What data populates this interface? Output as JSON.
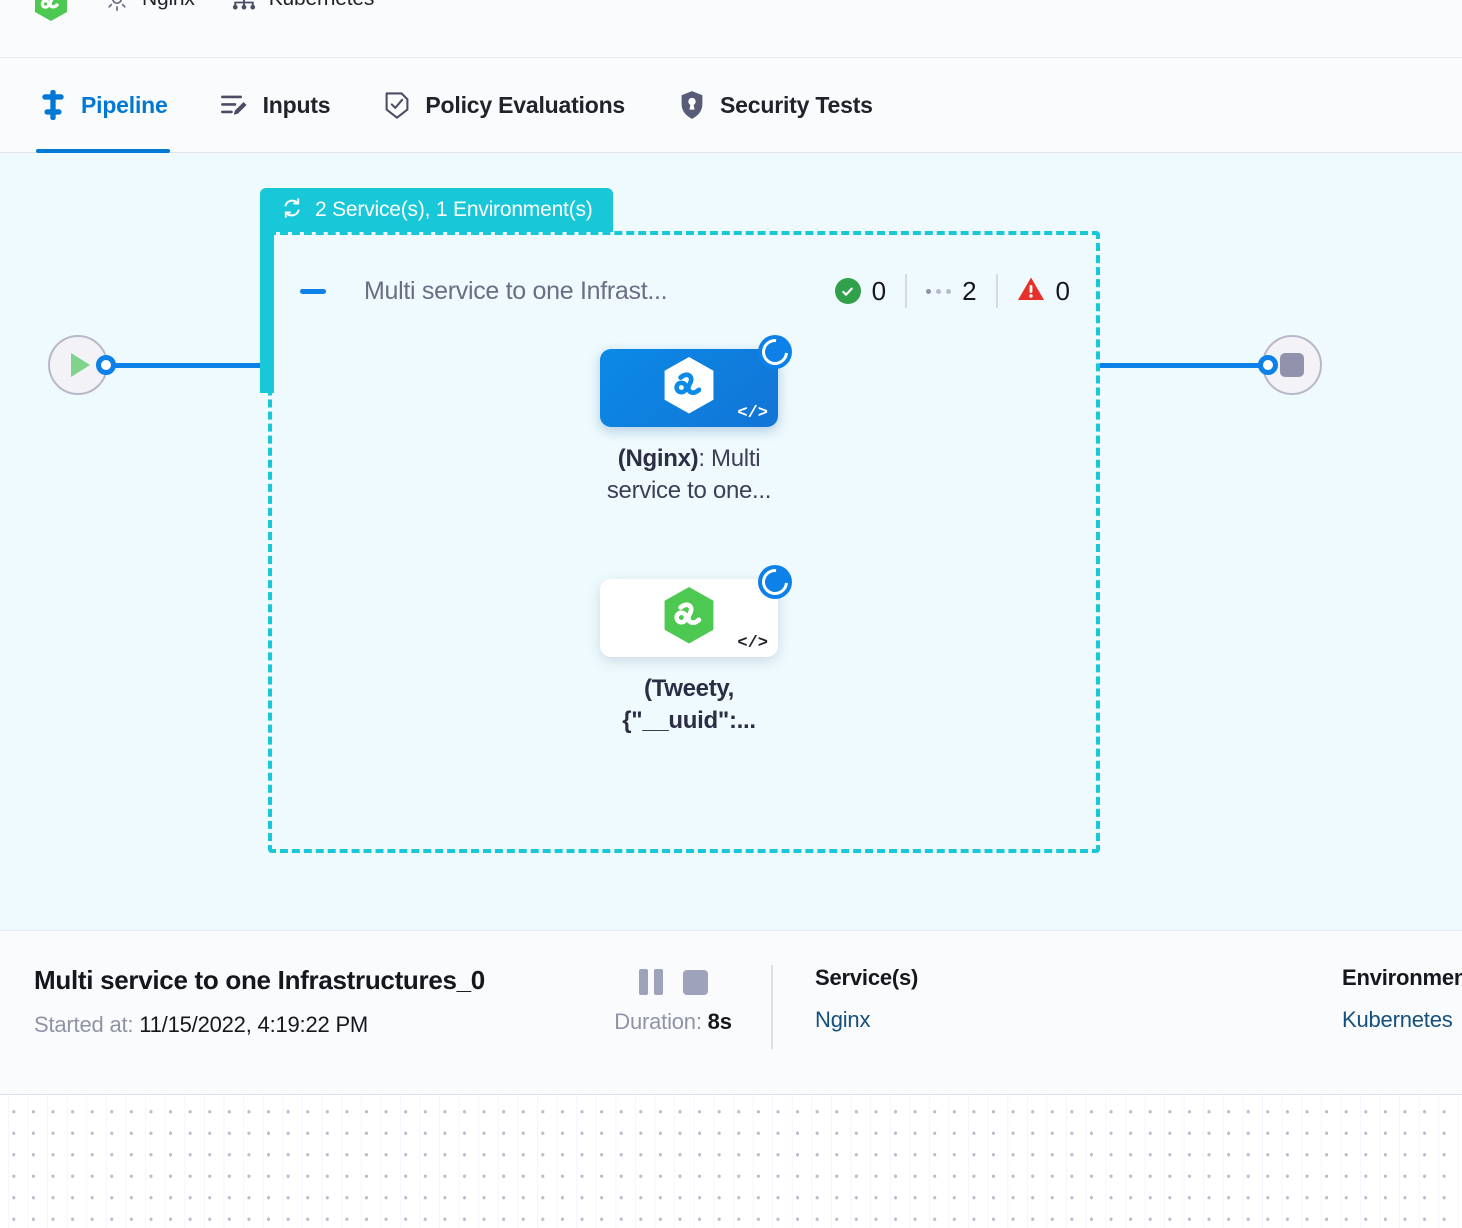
{
  "breadcrumbs": [
    {
      "icon": "harness-hexagon-logo",
      "label": ""
    },
    {
      "icon": "gear-icon",
      "label": "Nginx"
    },
    {
      "icon": "infrastructure-cluster-icon",
      "label": "Kubernetes"
    }
  ],
  "tabs": [
    {
      "id": "pipeline",
      "label": "Pipeline",
      "icon": "pipeline-icon",
      "active": true
    },
    {
      "id": "inputs",
      "label": "Inputs",
      "icon": "inputs-icon",
      "active": false
    },
    {
      "id": "policy-evaluations",
      "label": "Policy Evaluations",
      "icon": "policy-shield-check-icon",
      "active": false
    },
    {
      "id": "security-tests",
      "label": "Security Tests",
      "icon": "security-shield-icon",
      "active": false
    }
  ],
  "canvas": {
    "start_node": {
      "name": "start-node",
      "icon": "play-icon"
    },
    "end_node": {
      "name": "end-node",
      "icon": "stop-icon"
    },
    "group": {
      "tab_label": "2 Service(s), 1 Environment(s)",
      "tab_icon": "rollback-loop-icon",
      "title": "Multi service to one Infrast...",
      "collapse_icon": "minus-collapse-icon",
      "accent_color": "#18c7d8",
      "counters": [
        {
          "icon": "success-check-icon",
          "value": "0",
          "color": "#32a04a"
        },
        {
          "icon": "pending-dots-icon",
          "value": "2",
          "color": "#8f93a8"
        },
        {
          "icon": "warning-triangle-icon",
          "value": "0",
          "color": "#e03131"
        }
      ],
      "nodes": [
        {
          "id": "nginx-node",
          "label_bold": "(Nginx)",
          "label_rest": ": Multi service to one...",
          "style": "blue",
          "logo": "harness-hexagon-logo-white",
          "code_glyph": "</>",
          "status_badge": "running-spinner-icon"
        },
        {
          "id": "tweety-node",
          "label_bold": "(Tweety, {\"__uuid\":...",
          "label_rest": "",
          "style": "white",
          "logo": "harness-hexagon-logo-green",
          "code_glyph": "</>",
          "status_badge": "running-spinner-icon"
        }
      ]
    }
  },
  "detail": {
    "title": "Multi service to one Infrastructures_0",
    "started_label": "Started at:",
    "started_value": "11/15/2022, 4:19:22 PM",
    "pause_icon": "pause-icon",
    "stop_icon": "stop-icon",
    "duration_label": "Duration:",
    "duration_value": "8s",
    "services_heading": "Service(s)",
    "services_value": "Nginx",
    "environments_heading": "Environment(s)",
    "environments_value": "Kubernetes"
  }
}
